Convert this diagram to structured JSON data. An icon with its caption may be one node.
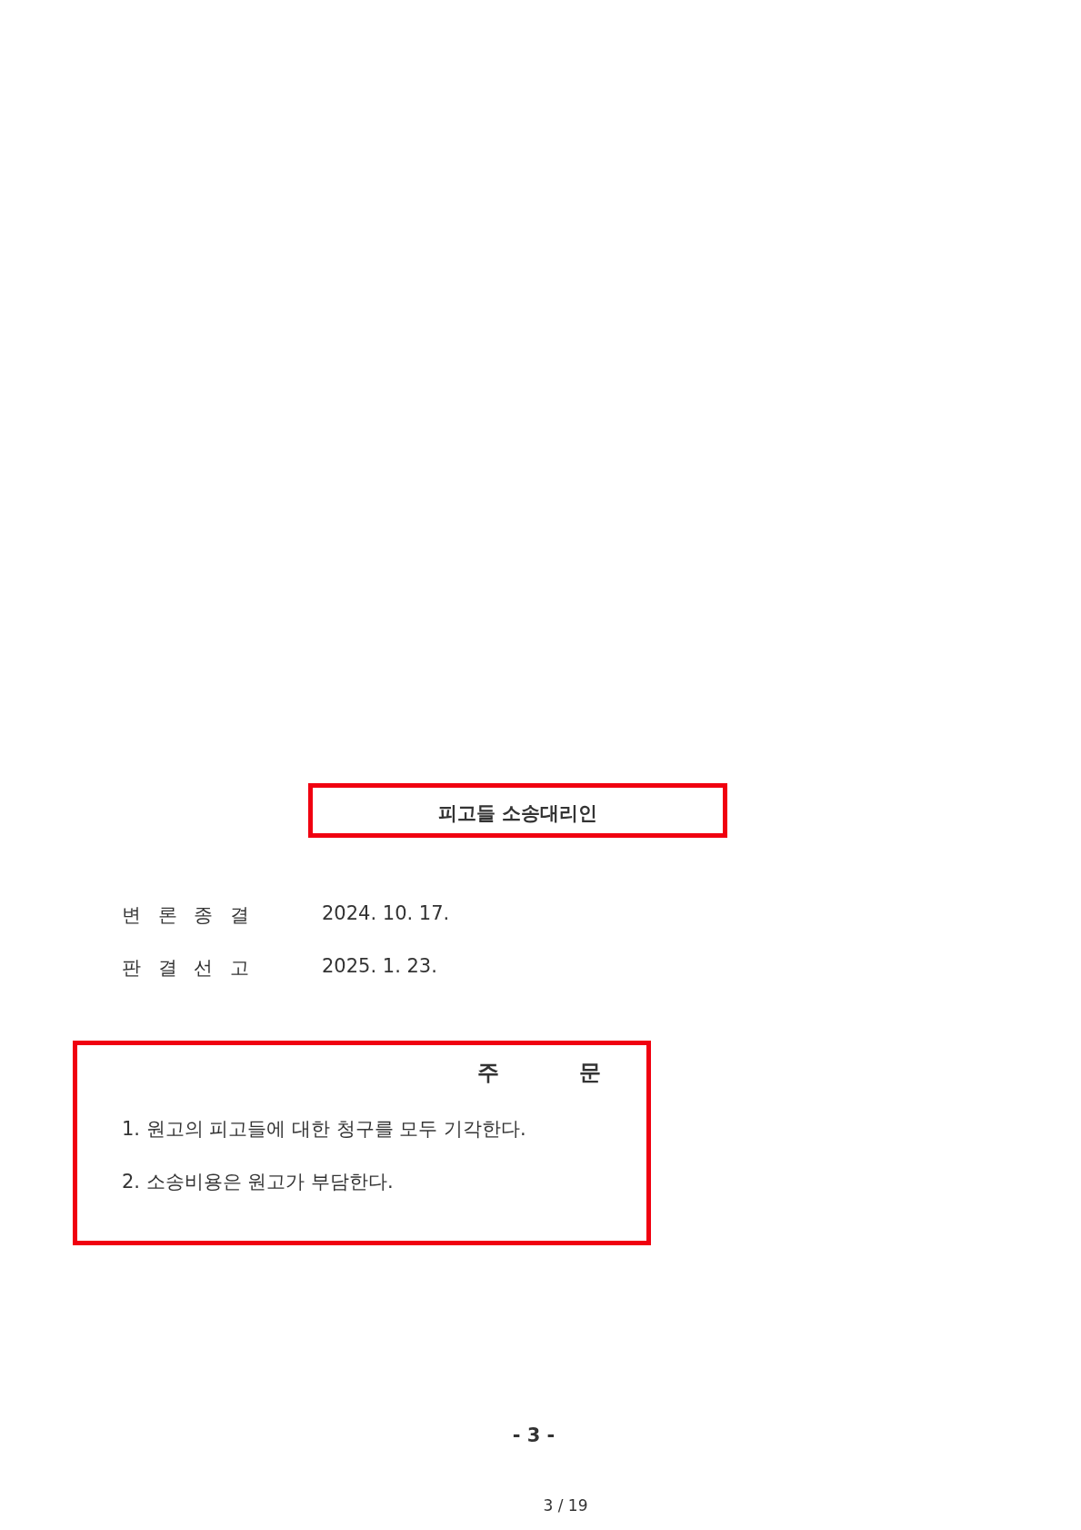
{
  "diagram": {
    "nodes": [
      {
        "text": [
          "피고들 소송대리인"
        ]
      },
      {
        "text": [
          "주 문",
          "1. 원고의 피고들에 대한 청구를 모두 기각한다.",
          "2. 소송비용은 원고가 부담한다."
        ]
      }
    ],
    "labels": [
      "변 론 종 결",
      "2024. 10. 17.",
      "판 결 선 고",
      "2025. 1. 23.",
      "- 3 -",
      "3 / 19"
    ]
  }
}
